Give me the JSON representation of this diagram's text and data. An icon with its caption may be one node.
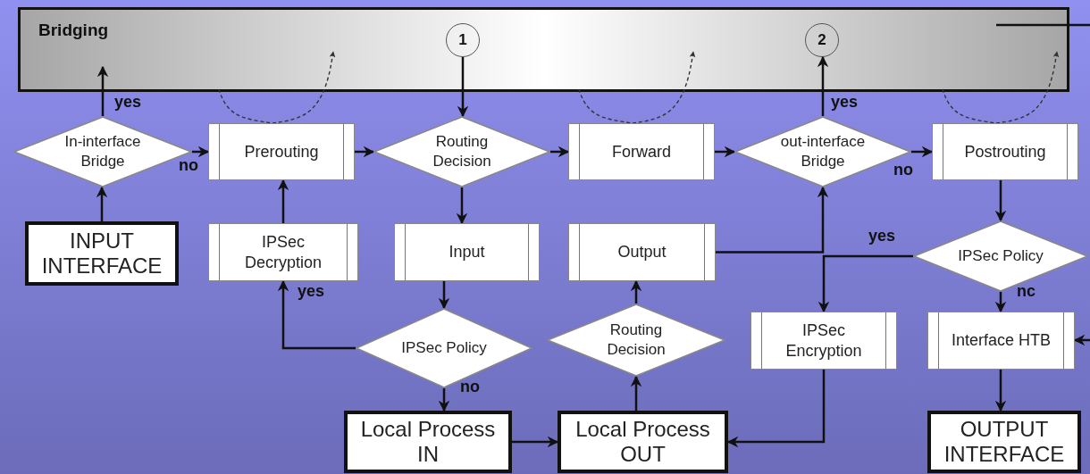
{
  "diagram": {
    "nodes": [
      {
        "text": [
          "Bridging"
        ]
      },
      {
        "text": [
          "1"
        ],
        "in": 0
      },
      {
        "text": [
          "2"
        ],
        "in": 0
      },
      {
        "text": [
          "In-interface Bridge"
        ]
      },
      {
        "text": [
          "Prerouting"
        ]
      },
      {
        "text": [
          "Routing Decision"
        ]
      },
      {
        "text": [
          "Forward"
        ]
      },
      {
        "text": [
          "out-interface Bridge"
        ]
      },
      {
        "text": [
          "Postrouting"
        ]
      },
      {
        "text": [
          "INPUT INTERFACE"
        ]
      },
      {
        "text": [
          "IPSec Decryption"
        ]
      },
      {
        "text": [
          "Input"
        ]
      },
      {
        "text": [
          "Output"
        ]
      },
      {
        "text": [
          "IPSec Policy"
        ]
      },
      {
        "text": [
          "IPSec Policy"
        ]
      },
      {
        "text": [
          "Routing Decision"
        ]
      },
      {
        "text": [
          "IPSec Encryption"
        ]
      },
      {
        "text": [
          "Interface HTB"
        ]
      },
      {
        "text": [
          "Local Process IN"
        ]
      },
      {
        "text": [
          "Local Process OUT"
        ]
      },
      {
        "text": [
          "OUTPUT INTERFACE"
        ]
      }
    ],
    "edges": [
      {
        "from": 9,
        "to": 3,
        "arrow": "to"
      },
      {
        "from": 3,
        "to": 0,
        "arrow": "to",
        "label": "yes"
      },
      {
        "from": 1,
        "to": 5,
        "arrow": "to"
      },
      {
        "from": 3,
        "to": 4,
        "arrow": "to",
        "label": "no"
      },
      {
        "from": 4,
        "to": 5,
        "arrow": "to"
      },
      {
        "from": 5,
        "to": 6,
        "arrow": "to"
      },
      {
        "from": 6,
        "to": 7,
        "arrow": "to"
      },
      {
        "from": 7,
        "to": 2,
        "arrow": "to",
        "label": "yes"
      },
      {
        "from": 7,
        "to": 8,
        "arrow": "to",
        "label": "no"
      },
      {
        "from": 10,
        "to": 4,
        "arrow": "to"
      },
      {
        "from": 5,
        "to": 11,
        "arrow": "to"
      },
      {
        "from": 11,
        "to": 14,
        "arrow": "to"
      },
      {
        "from": 14,
        "to": 10,
        "arrow": "to",
        "label": "yes"
      },
      {
        "from": 14,
        "to": 18,
        "arrow": "to",
        "label": "no"
      },
      {
        "from": 18,
        "to": 19,
        "arrow": "to"
      },
      {
        "from": 19,
        "to": 15,
        "arrow": "to"
      },
      {
        "from": 15,
        "to": 12,
        "arrow": "to"
      },
      {
        "from": 12,
        "to": 7,
        "arrow": "to"
      },
      {
        "from": 8,
        "to": 13,
        "arrow": "to"
      },
      {
        "from": 13,
        "to": 16,
        "arrow": "to",
        "label": "yes"
      },
      {
        "from": 13,
        "to": 17,
        "arrow": "to",
        "label": "nc"
      },
      {
        "from": 16,
        "to": 19,
        "arrow": "to"
      },
      {
        "from": 17,
        "to": 20,
        "arrow": "to"
      },
      {
        "from": null,
        "to": 17,
        "arrow": "to"
      },
      {
        "from": 0,
        "to": null,
        "arrow": "none"
      },
      {
        "from": 0,
        "to": 4,
        "arrow": "none",
        "style": "dashed"
      },
      {
        "from": 4,
        "to": 0,
        "arrow": "to",
        "style": "dashed"
      },
      {
        "from": 0,
        "to": 6,
        "arrow": "none",
        "style": "dashed"
      },
      {
        "from": 6,
        "to": 0,
        "arrow": "to",
        "style": "dashed"
      },
      {
        "from": 0,
        "to": 8,
        "arrow": "none",
        "style": "dashed"
      },
      {
        "from": 8,
        "to": 0,
        "arrow": "to",
        "style": "dashed"
      }
    ]
  }
}
